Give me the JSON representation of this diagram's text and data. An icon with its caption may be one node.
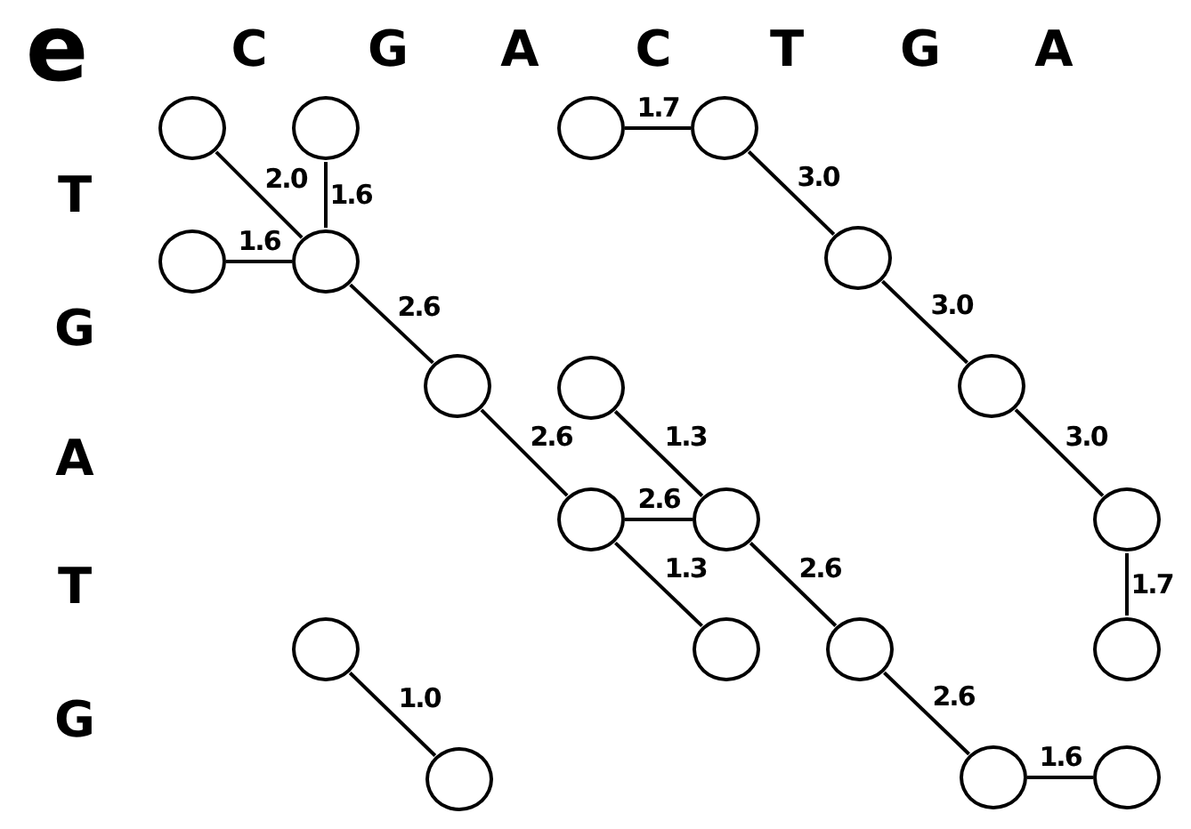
{
  "diagram": {
    "nodes": [
      {
        "text": [],
        "shape": "circle"
      },
      {
        "text": [],
        "shape": "circle"
      },
      {
        "text": [],
        "shape": "circle"
      },
      {
        "text": [],
        "shape": "circle"
      },
      {
        "text": [],
        "shape": "circle"
      },
      {
        "text": [],
        "shape": "circle"
      },
      {
        "text": [],
        "shape": "circle"
      },
      {
        "text": [],
        "shape": "circle"
      },
      {
        "text": [],
        "shape": "circle"
      },
      {
        "text": [],
        "shape": "circle"
      },
      {
        "text": [],
        "shape": "circle"
      },
      {
        "text": [],
        "shape": "circle"
      },
      {
        "text": [],
        "shape": "circle"
      },
      {
        "text": [],
        "shape": "circle"
      },
      {
        "text": [],
        "shape": "circle"
      },
      {
        "text": [],
        "shape": "circle"
      },
      {
        "text": [],
        "shape": "circle"
      },
      {
        "text": [],
        "shape": "circle"
      },
      {
        "text": [],
        "shape": "circle"
      },
      {
        "text": [],
        "shape": "circle"
      }
    ],
    "edges": [
      {
        "from": 0,
        "to": 5,
        "arrow": "none",
        "label": "2.0"
      },
      {
        "from": 1,
        "to": 5,
        "arrow": "none",
        "label": "1.6"
      },
      {
        "from": 4,
        "to": 5,
        "arrow": "none",
        "label": "1.6"
      },
      {
        "from": 2,
        "to": 3,
        "arrow": "none",
        "label": "1.7"
      },
      {
        "from": 3,
        "to": 6,
        "arrow": "none",
        "label": "3.0"
      },
      {
        "from": 6,
        "to": 9,
        "arrow": "none",
        "label": "3.0"
      },
      {
        "from": 9,
        "to": 12,
        "arrow": "none",
        "label": "3.0"
      },
      {
        "from": 12,
        "to": 16,
        "arrow": "none",
        "label": "1.7"
      },
      {
        "from": 5,
        "to": 7,
        "arrow": "none",
        "label": "2.6"
      },
      {
        "from": 7,
        "to": 10,
        "arrow": "none",
        "label": "2.6"
      },
      {
        "from": 8,
        "to": 11,
        "arrow": "none",
        "label": "1.3"
      },
      {
        "from": 10,
        "to": 11,
        "arrow": "none",
        "label": "2.6"
      },
      {
        "from": 10,
        "to": 14,
        "arrow": "none",
        "label": "1.3"
      },
      {
        "from": 11,
        "to": 15,
        "arrow": "none",
        "label": "2.6"
      },
      {
        "from": 15,
        "to": 18,
        "arrow": "none",
        "label": "2.6"
      },
      {
        "from": 18,
        "to": 19,
        "arrow": "none",
        "label": "1.6"
      },
      {
        "from": 13,
        "to": 17,
        "arrow": "none",
        "label": "1.0"
      }
    ],
    "labels": [
      "e",
      "C",
      "G",
      "A",
      "C",
      "T",
      "G",
      "A",
      "T",
      "G",
      "A",
      "T",
      "G"
    ]
  }
}
